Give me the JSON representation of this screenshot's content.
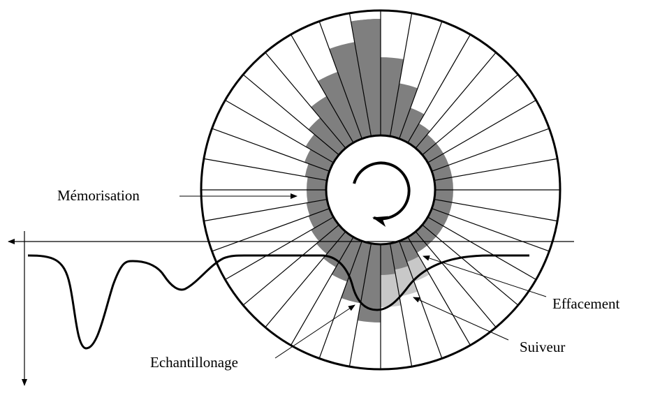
{
  "labels": {
    "memorisation": "Mémorisation",
    "effacement": "Effacement",
    "suiveur": "Suiveur",
    "echantillonage": "Echantillonage"
  },
  "colors": {
    "memory_fill": "#7f7f7f",
    "tracker_fill": "#c8c8c8",
    "stroke": "#000000"
  },
  "disk": {
    "sector_count": 36,
    "rotation": "clockwise"
  }
}
